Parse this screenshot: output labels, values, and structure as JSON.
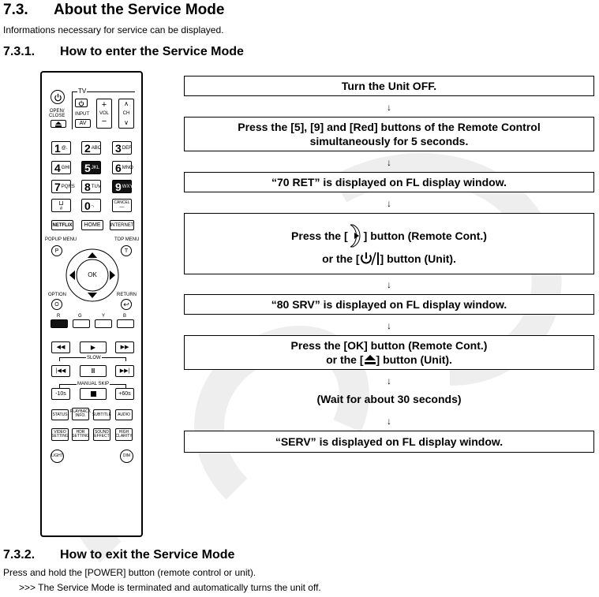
{
  "section": {
    "number": "7.3.",
    "title": "About the Service Mode"
  },
  "intro": "Informations necessary for service can be displayed.",
  "enter": {
    "number": "7.3.1.",
    "title": "How to enter the Service Mode",
    "steps": {
      "s1": "Turn the Unit OFF.",
      "s2_line1": "Press the [5], [9] and [Red] buttons of the Remote Control",
      "s2_line2": "simultaneously for 5 seconds.",
      "s3": "“70 RET” is displayed on FL display window.",
      "s4_a_pre": "Press the [",
      "s4_a_post": "] button (Remote Cont.)",
      "s4_b_pre": "or the [",
      "s4_b_post": "] button (Unit).",
      "s5": "“80 SRV” is displayed on FL display window.",
      "s6_line1": "Press the [OK] button (Remote Cont.)",
      "s6_b_pre": "or the [",
      "s6_b_post": "] button (Unit).",
      "s7": "(Wait for about 30 seconds)",
      "s8": "“SERV” is displayed on FL display window."
    },
    "arrow": "↓"
  },
  "exit": {
    "number": "7.3.2.",
    "title": "How to exit the Service Mode",
    "line1": "Press and hold the [POWER] button (remote control or unit).",
    "line2": ">>> The Service Mode is terminated and automatically turns the unit off."
  },
  "remote": {
    "tv": "TV",
    "open_close": "OPEN/\nCLOSE",
    "input": "INPUT",
    "av": "AV",
    "vol": "VOL",
    "ch": "CH",
    "plus": "+",
    "minus": "−",
    "keys": [
      {
        "n": "1",
        "s": "@."
      },
      {
        "n": "2",
        "s": "ABC"
      },
      {
        "n": "3",
        "s": "DEF"
      },
      {
        "n": "4",
        "s": "GHI"
      },
      {
        "n": "5",
        "s": "JKL"
      },
      {
        "n": "6",
        "s": "MNO"
      },
      {
        "n": "7",
        "s": "PQRS"
      },
      {
        "n": "8",
        "s": "TUV"
      },
      {
        "n": "9",
        "s": "WXYZ"
      }
    ],
    "zero": "0",
    "zero_sub": "-,",
    "hash": "#",
    "cancel": "CANCEL",
    "netflix": "NETFLIX",
    "home": "HOME",
    "internet": "INTERNET",
    "popup_menu": "POPUP MENU",
    "top_menu": "TOP MENU",
    "p": "P",
    "t": "T",
    "ok": "OK",
    "option": "OPTION",
    "return": "RETURN",
    "o": "O",
    "colors": [
      "R",
      "G",
      "Y",
      "B"
    ],
    "slow": "SLOW",
    "manual_skip": "MANUAL SKIP",
    "minus10": "-10s",
    "plus60": "+60s",
    "status": "STATUS",
    "playback_info": "PLAYBACK\nINFO.",
    "subtitle": "SUBTITLE",
    "audio": "AUDIO",
    "video_setting": "VIDEO\nSETTING",
    "hdr_setting": "HDR\nSETTING",
    "sound_effect": "SOUND\nEFFECT",
    "high_clarity": "HIGH\nCLARITY",
    "light": "LIGHT",
    "dim": "DIM"
  }
}
